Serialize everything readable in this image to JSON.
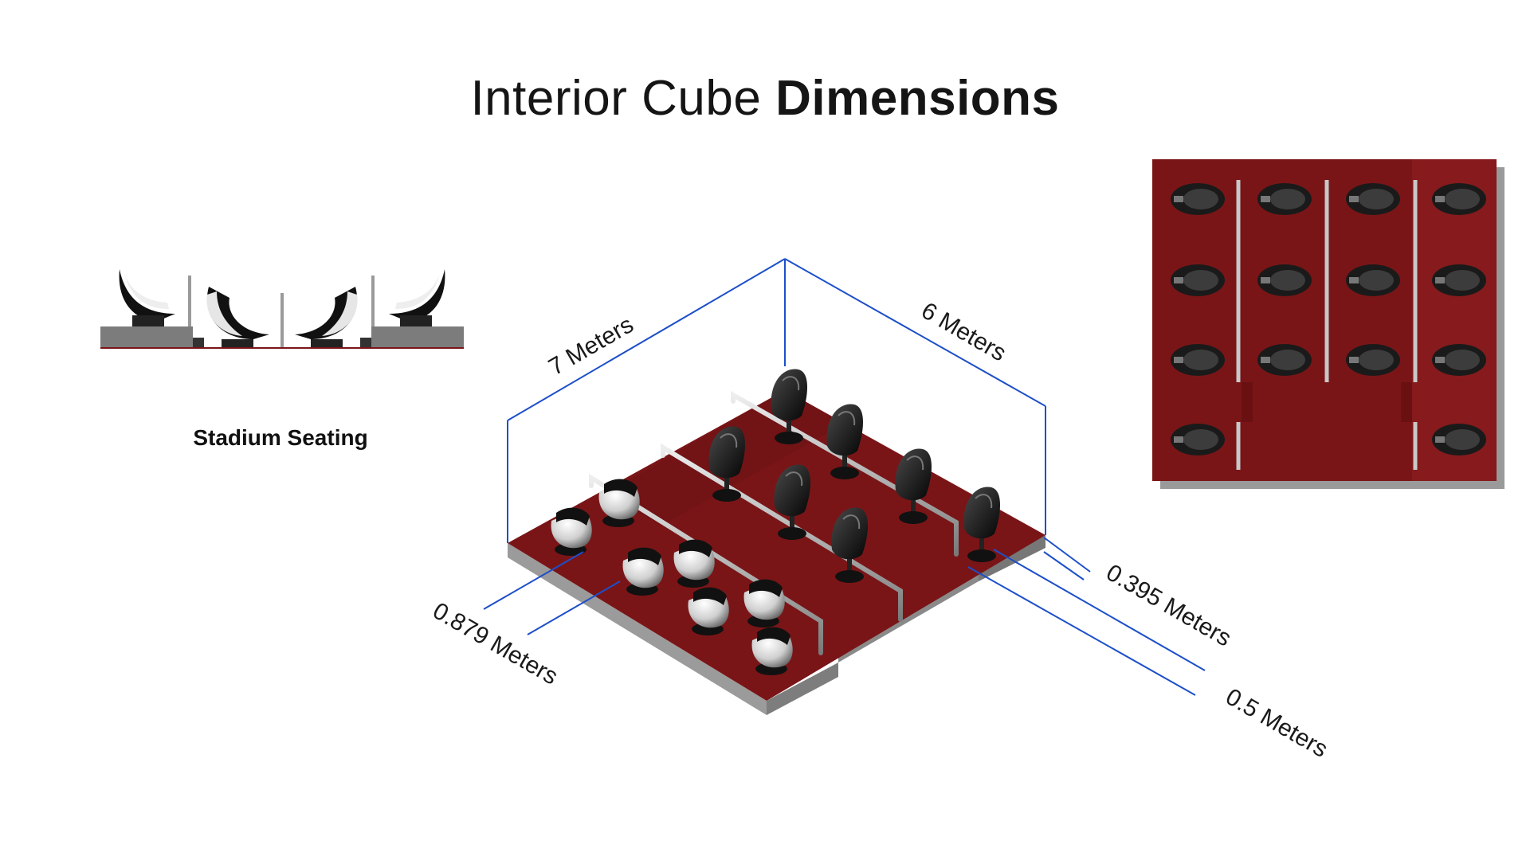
{
  "title": {
    "part1": "Interior Cube",
    "part2": "Dimensions"
  },
  "stadium_label": "Stadium Seating",
  "dimensions": {
    "length": "7 Meters",
    "width": "6 Meters",
    "seat_spacing": "0.879 Meters",
    "step_height": "0.395 Meters",
    "platform_height": "0.5 Meters"
  },
  "colors": {
    "floor": "#7a1517",
    "floor_dark": "#5e0f11",
    "platform_side": "#8f8f8f",
    "dimension_line": "#1c4fc9",
    "seat": "#111111"
  }
}
